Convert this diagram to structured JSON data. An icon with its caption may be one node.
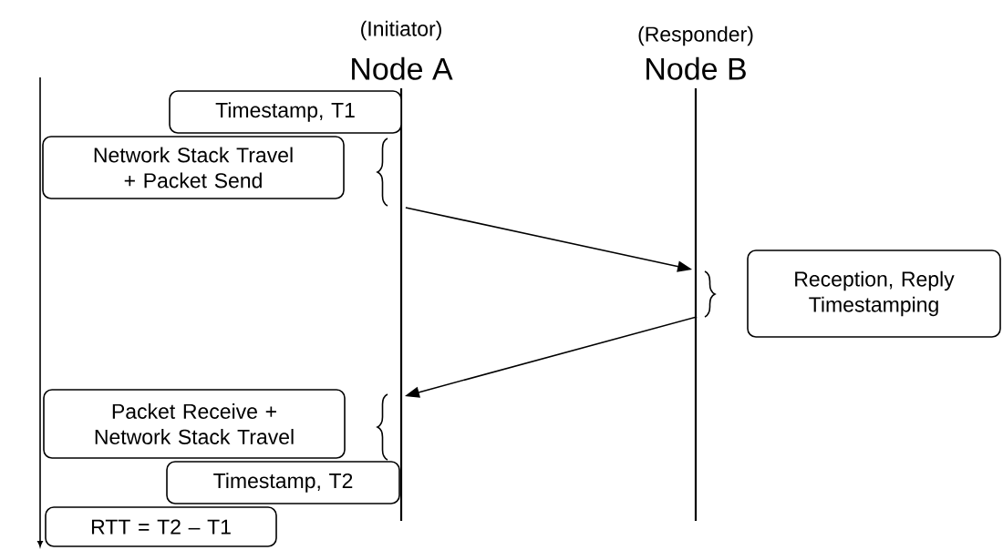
{
  "diagram": {
    "nodes": [
      {
        "text": [
          "(Initiator)",
          "Node A"
        ]
      },
      {
        "text": [
          "(Responder)",
          "Node B"
        ]
      },
      {
        "text": [
          "Timestamp, T1"
        ]
      },
      {
        "text": [
          "Network Stack Travel + Packet Send"
        ]
      },
      {
        "text": [
          "Reception, Reply Timestamping"
        ]
      },
      {
        "text": [
          "Packet Receive + Network Stack Travel"
        ]
      },
      {
        "text": [
          "Timestamp, T2"
        ]
      },
      {
        "text": [
          "RTT = T2 – T1"
        ]
      }
    ],
    "edges": [
      {
        "from": 0,
        "to": 1,
        "arrow": "to"
      },
      {
        "from": 1,
        "to": 0,
        "arrow": "to"
      }
    ]
  }
}
